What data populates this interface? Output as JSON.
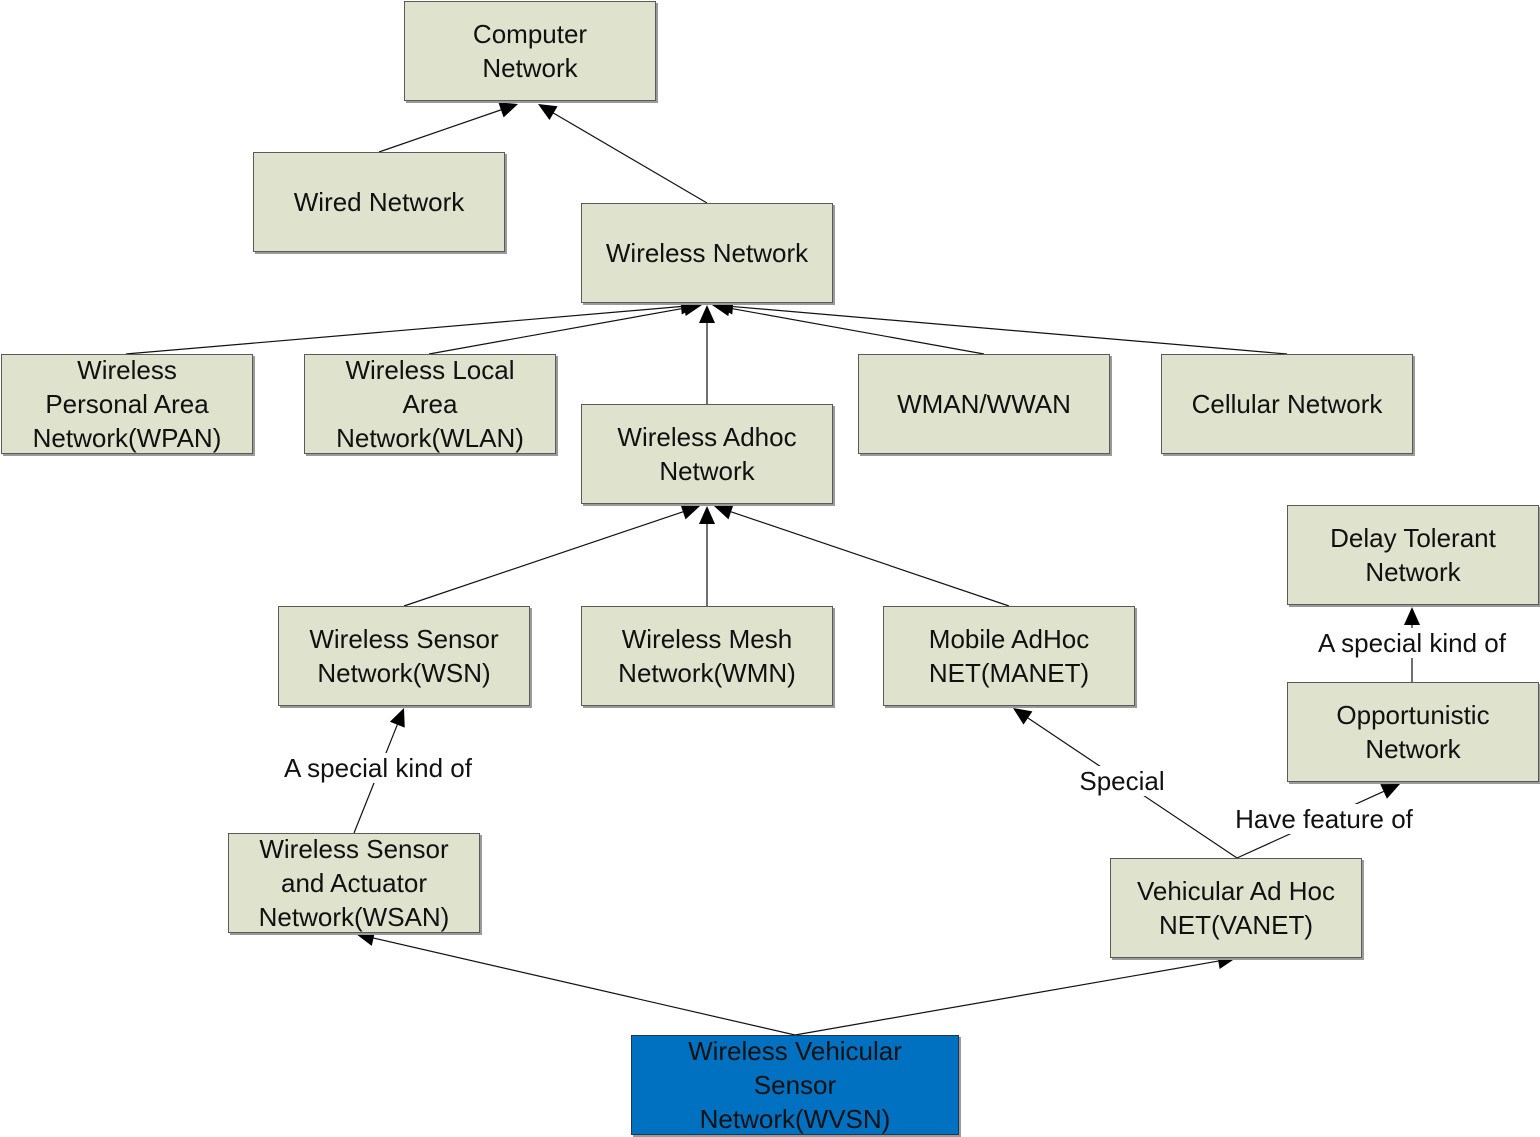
{
  "diagram": {
    "title": "Network taxonomy leading to Wireless Vehicular Sensor Network",
    "highlight_color": "#0070c0",
    "node_color": "#dfe2cd",
    "nodes": [
      {
        "id": "computer_network",
        "label": "Computer\nNetwork"
      },
      {
        "id": "wired_network",
        "label": "Wired Network"
      },
      {
        "id": "wireless_network",
        "label": "Wireless Network"
      },
      {
        "id": "wpan",
        "label": "Wireless\nPersonal Area\nNetwork(WPAN)"
      },
      {
        "id": "wlan",
        "label": "Wireless Local\nArea\nNetwork(WLAN)"
      },
      {
        "id": "wireless_adhoc",
        "label": "Wireless Adhoc\nNetwork"
      },
      {
        "id": "wman_wwan",
        "label": "WMAN/WWAN"
      },
      {
        "id": "cellular",
        "label": "Cellular Network"
      },
      {
        "id": "delay_tolerant",
        "label": "Delay Tolerant\nNetwork"
      },
      {
        "id": "wsn",
        "label": "Wireless Sensor\nNetwork(WSN)"
      },
      {
        "id": "wmn",
        "label": "Wireless Mesh\nNetwork(WMN)"
      },
      {
        "id": "manet",
        "label": "Mobile AdHoc\nNET(MANET)"
      },
      {
        "id": "opportunistic",
        "label": "Opportunistic\nNetwork"
      },
      {
        "id": "wsan",
        "label": "Wireless Sensor\nand Actuator\nNetwork(WSAN)"
      },
      {
        "id": "vanet",
        "label": "Vehicular Ad Hoc\nNET(VANET)"
      },
      {
        "id": "wvsn",
        "label": "Wireless Vehicular\nSensor\nNetwork(WVSN)",
        "highlighted": true
      }
    ],
    "edges": [
      {
        "from": "wired_network",
        "to": "computer_network",
        "label": ""
      },
      {
        "from": "wireless_network",
        "to": "computer_network",
        "label": ""
      },
      {
        "from": "wpan",
        "to": "wireless_network",
        "label": ""
      },
      {
        "from": "wlan",
        "to": "wireless_network",
        "label": ""
      },
      {
        "from": "wireless_adhoc",
        "to": "wireless_network",
        "label": ""
      },
      {
        "from": "wman_wwan",
        "to": "wireless_network",
        "label": ""
      },
      {
        "from": "cellular",
        "to": "wireless_network",
        "label": ""
      },
      {
        "from": "wsn",
        "to": "wireless_adhoc",
        "label": ""
      },
      {
        "from": "wmn",
        "to": "wireless_adhoc",
        "label": ""
      },
      {
        "from": "manet",
        "to": "wireless_adhoc",
        "label": ""
      },
      {
        "from": "wsan",
        "to": "wsn",
        "label": "A special kind of"
      },
      {
        "from": "vanet",
        "to": "manet",
        "label": "Special"
      },
      {
        "from": "vanet",
        "to": "opportunistic",
        "label": "Have feature of"
      },
      {
        "from": "opportunistic",
        "to": "delay_tolerant",
        "label": "A special kind of"
      },
      {
        "from": "wvsn",
        "to": "wsan",
        "label": ""
      },
      {
        "from": "wvsn",
        "to": "vanet",
        "label": ""
      }
    ]
  }
}
